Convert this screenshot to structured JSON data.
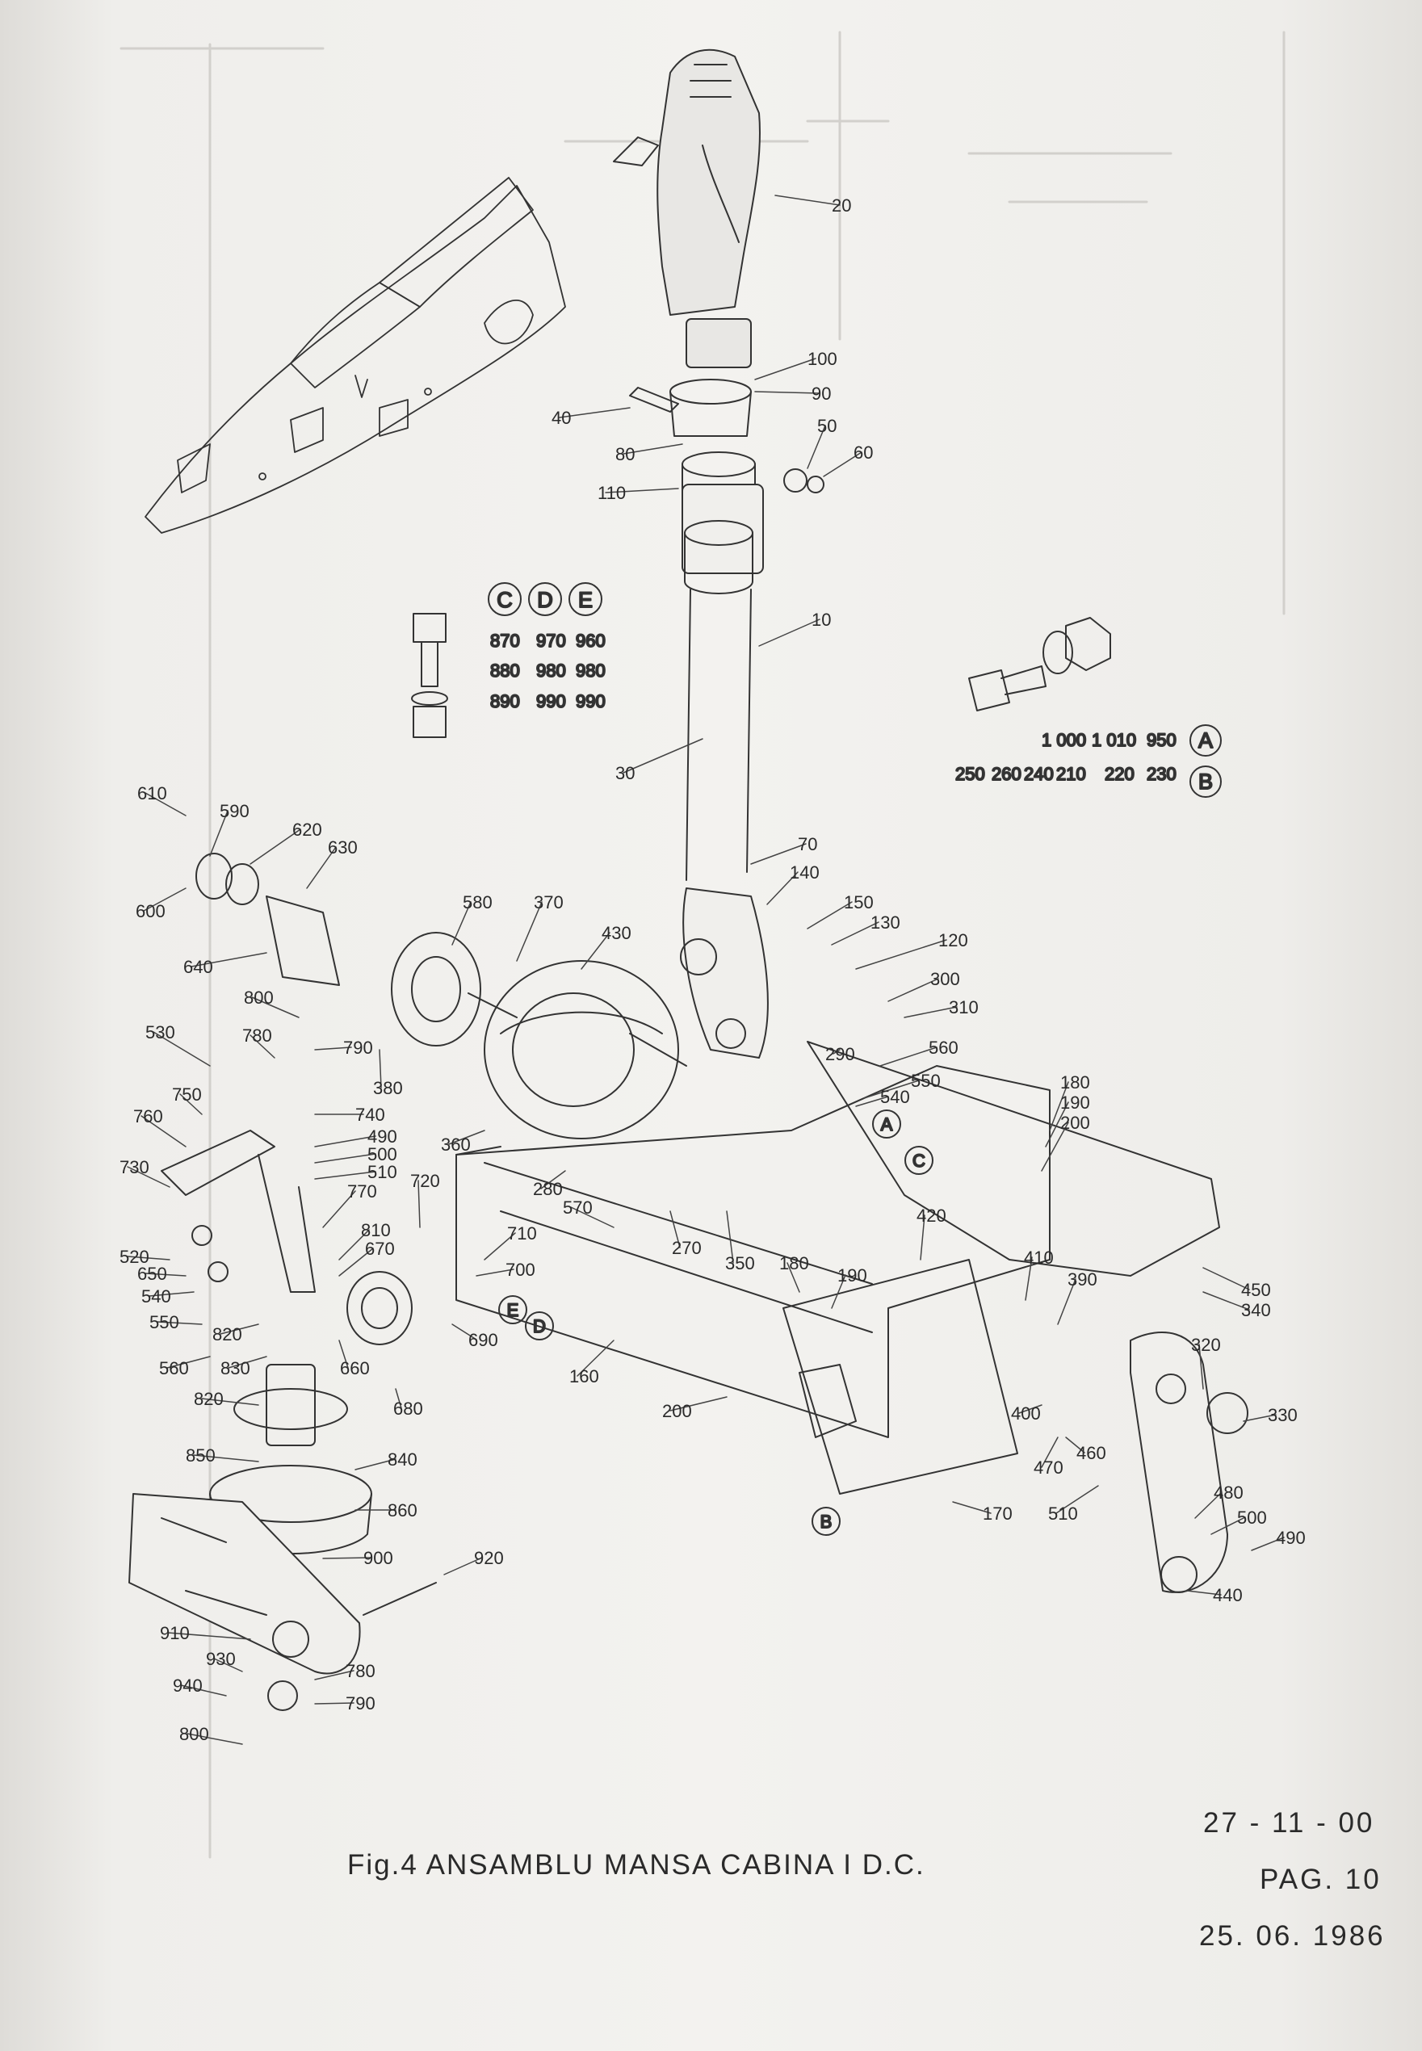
{
  "caption": "Fig.4 ANSAMBLU MANSA CABINA I D.C.",
  "footer": {
    "date_top": "27 - 11 - 00",
    "page": "PAG. 10",
    "date_bottom": "25. 06. 1986"
  },
  "variant_table": {
    "headers": [
      "C",
      "D",
      "E"
    ],
    "rows": [
      [
        "870",
        "970",
        "960"
      ],
      [
        "880",
        "980",
        "980"
      ],
      [
        "890",
        "990",
        "990"
      ]
    ]
  },
  "variant_ab": {
    "row_a": [
      "250",
      "260",
      "240",
      "1 000",
      "1 010",
      "950"
    ],
    "row_b": [
      "210",
      "220",
      "230"
    ],
    "row_a_marker": "A",
    "row_b_marker": "B"
  },
  "callout_markers": [
    "A",
    "C",
    "E",
    "D",
    "B"
  ],
  "part_labels": [
    {
      "id": "p20",
      "text": "20"
    },
    {
      "id": "p100",
      "text": "100"
    },
    {
      "id": "p90",
      "text": "90"
    },
    {
      "id": "p40",
      "text": "40"
    },
    {
      "id": "p50",
      "text": "50"
    },
    {
      "id": "p60",
      "text": "60"
    },
    {
      "id": "p80",
      "text": "80"
    },
    {
      "id": "p110",
      "text": "110"
    },
    {
      "id": "p10",
      "text": "10"
    },
    {
      "id": "p30",
      "text": "30"
    },
    {
      "id": "p70",
      "text": "70"
    },
    {
      "id": "p140",
      "text": "140"
    },
    {
      "id": "p150",
      "text": "150"
    },
    {
      "id": "p130",
      "text": "130"
    },
    {
      "id": "p120",
      "text": "120"
    },
    {
      "id": "p300",
      "text": "300"
    },
    {
      "id": "p310",
      "text": "310"
    },
    {
      "id": "p290",
      "text": "290"
    },
    {
      "id": "p560a",
      "text": "560"
    },
    {
      "id": "p550a",
      "text": "550"
    },
    {
      "id": "p540a",
      "text": "540"
    },
    {
      "id": "p180a",
      "text": "180"
    },
    {
      "id": "p190a",
      "text": "190"
    },
    {
      "id": "p200a",
      "text": "200"
    },
    {
      "id": "p610",
      "text": "610"
    },
    {
      "id": "p590",
      "text": "590"
    },
    {
      "id": "p620",
      "text": "620"
    },
    {
      "id": "p630",
      "text": "630"
    },
    {
      "id": "p600",
      "text": "600"
    },
    {
      "id": "p580",
      "text": "580"
    },
    {
      "id": "p370",
      "text": "370"
    },
    {
      "id": "p430",
      "text": "430"
    },
    {
      "id": "p640",
      "text": "640"
    },
    {
      "id": "p800a",
      "text": "800"
    },
    {
      "id": "p530",
      "text": "530"
    },
    {
      "id": "p780a",
      "text": "780"
    },
    {
      "id": "p790a",
      "text": "790"
    },
    {
      "id": "p380",
      "text": "380"
    },
    {
      "id": "p750",
      "text": "750"
    },
    {
      "id": "p740",
      "text": "740"
    },
    {
      "id": "p760",
      "text": "760"
    },
    {
      "id": "p490a",
      "text": "490"
    },
    {
      "id": "p500a",
      "text": "500"
    },
    {
      "id": "p510a",
      "text": "510"
    },
    {
      "id": "p360",
      "text": "360"
    },
    {
      "id": "p730",
      "text": "730"
    },
    {
      "id": "p280",
      "text": "280"
    },
    {
      "id": "p570",
      "text": "570"
    },
    {
      "id": "p720",
      "text": "720"
    },
    {
      "id": "p770",
      "text": "770"
    },
    {
      "id": "p810",
      "text": "810"
    },
    {
      "id": "p710",
      "text": "710"
    },
    {
      "id": "p670",
      "text": "670"
    },
    {
      "id": "p270",
      "text": "270"
    },
    {
      "id": "p350",
      "text": "350"
    },
    {
      "id": "p180b",
      "text": "180"
    },
    {
      "id": "p420",
      "text": "420"
    },
    {
      "id": "p520",
      "text": "520"
    },
    {
      "id": "p650",
      "text": "650"
    },
    {
      "id": "p540b",
      "text": "540"
    },
    {
      "id": "p700",
      "text": "700"
    },
    {
      "id": "p550b",
      "text": "550"
    },
    {
      "id": "p190b",
      "text": "190"
    },
    {
      "id": "p410",
      "text": "410"
    },
    {
      "id": "p390",
      "text": "390"
    },
    {
      "id": "p450",
      "text": "450"
    },
    {
      "id": "p340",
      "text": "340"
    },
    {
      "id": "p690",
      "text": "690"
    },
    {
      "id": "p820a",
      "text": "820"
    },
    {
      "id": "p560b",
      "text": "560"
    },
    {
      "id": "p830",
      "text": "830"
    },
    {
      "id": "p660",
      "text": "660"
    },
    {
      "id": "p160",
      "text": "160"
    },
    {
      "id": "p320",
      "text": "320"
    },
    {
      "id": "p820b",
      "text": "820"
    },
    {
      "id": "p680",
      "text": "680"
    },
    {
      "id": "p200b",
      "text": "200"
    },
    {
      "id": "p330",
      "text": "330"
    },
    {
      "id": "p400",
      "text": "400"
    },
    {
      "id": "p850",
      "text": "850"
    },
    {
      "id": "p840",
      "text": "840"
    },
    {
      "id": "p470",
      "text": "470"
    },
    {
      "id": "p460",
      "text": "460"
    },
    {
      "id": "p860",
      "text": "860"
    },
    {
      "id": "p170",
      "text": "170"
    },
    {
      "id": "p510b",
      "text": "510"
    },
    {
      "id": "p480",
      "text": "480"
    },
    {
      "id": "p500b",
      "text": "500"
    },
    {
      "id": "p490b",
      "text": "490"
    },
    {
      "id": "p900",
      "text": "900"
    },
    {
      "id": "p920",
      "text": "920"
    },
    {
      "id": "p440",
      "text": "440"
    },
    {
      "id": "p910",
      "text": "910"
    },
    {
      "id": "p930",
      "text": "930"
    },
    {
      "id": "p780b",
      "text": "780"
    },
    {
      "id": "p940",
      "text": "940"
    },
    {
      "id": "p790b",
      "text": "790"
    },
    {
      "id": "p800b",
      "text": "800"
    }
  ]
}
